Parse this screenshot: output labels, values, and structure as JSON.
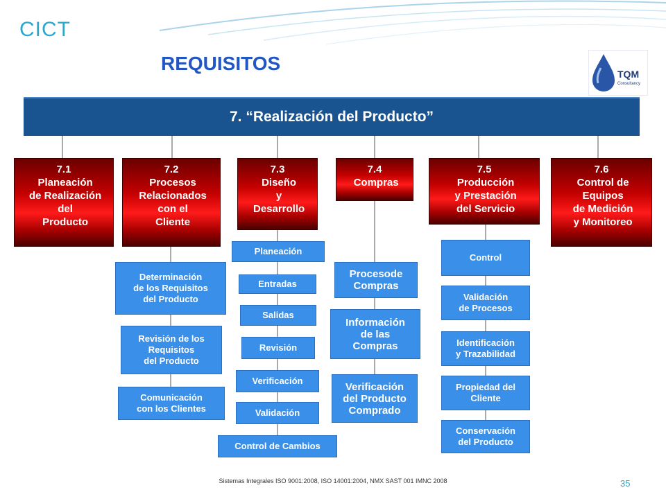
{
  "header": {
    "brand": "CICT",
    "title": "REQUISITOS",
    "logo_text": "TQM",
    "logo_subtext": "Consultancy"
  },
  "banner": {
    "text": "7.  “Realización del Producto”"
  },
  "sections": [
    {
      "id": "7.1",
      "label": "7.1\n Planeación\n de Realización\n del\n Producto"
    },
    {
      "id": "7.2",
      "label": "7.2\n Procesos\n Relacionados\n con el\n Cliente"
    },
    {
      "id": "7.3",
      "label": "7.3\n Diseño\n y\n Desarrollo"
    },
    {
      "id": "7.4",
      "label": "7.4\n Compras"
    },
    {
      "id": "7.5",
      "label": "7.5\n Producción\n y Prestación\n del Servicio"
    },
    {
      "id": "7.6",
      "label": "7.6\n Control de\n Equipos\n de Medición\n y Monitoreo"
    }
  ],
  "sub_72": [
    "Determinación\nde los Requisitos\ndel Producto",
    "Revisión de los\nRequisitos\ndel Producto",
    "Comunicación\ncon los Clientes"
  ],
  "sub_73": [
    "Planeación",
    "Entradas",
    "Salidas",
    "Revisión",
    "Verificación",
    "Validación",
    "Control de Cambios"
  ],
  "sub_74": [
    "Procesode\nCompras",
    "Información\nde las\nCompras",
    "Verificación\ndel Producto\nComprado"
  ],
  "sub_75": [
    "Control",
    "Validación\nde Procesos",
    "Identificación\ny Trazabilidad",
    "Propiedad del\nCliente",
    "Conservación\ndel Producto"
  ],
  "footer": {
    "text": "Sistemas Integrales ISO 9001:2008, ISO 14001:2004, NMX SAST 001 IMNC 2008",
    "page_number": "35"
  },
  "colors": {
    "banner": "#1a5490",
    "section_red": "#c40000",
    "subitem_blue": "#3a8fe8",
    "brand": "#2aa7c9",
    "title": "#2156c3"
  }
}
